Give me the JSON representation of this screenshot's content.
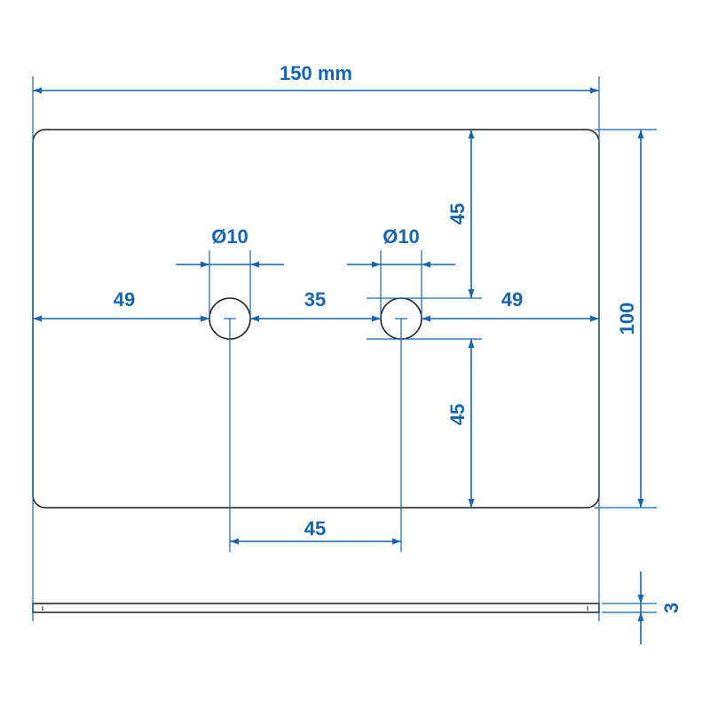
{
  "dimensions": {
    "overall_width": "150 mm",
    "overall_height": "100",
    "thickness": "3",
    "left_margin": "49",
    "hole_spacing": "35",
    "right_margin": "49",
    "top_to_hole": "45",
    "hole_to_bottom": "45",
    "hole1_diameter": "Ø10",
    "hole2_diameter": "Ø10",
    "hole_center_spacing": "45"
  },
  "colors": {
    "dimension": "#1565b0",
    "outline": "#1a1a1a",
    "background": "#ffffff"
  }
}
